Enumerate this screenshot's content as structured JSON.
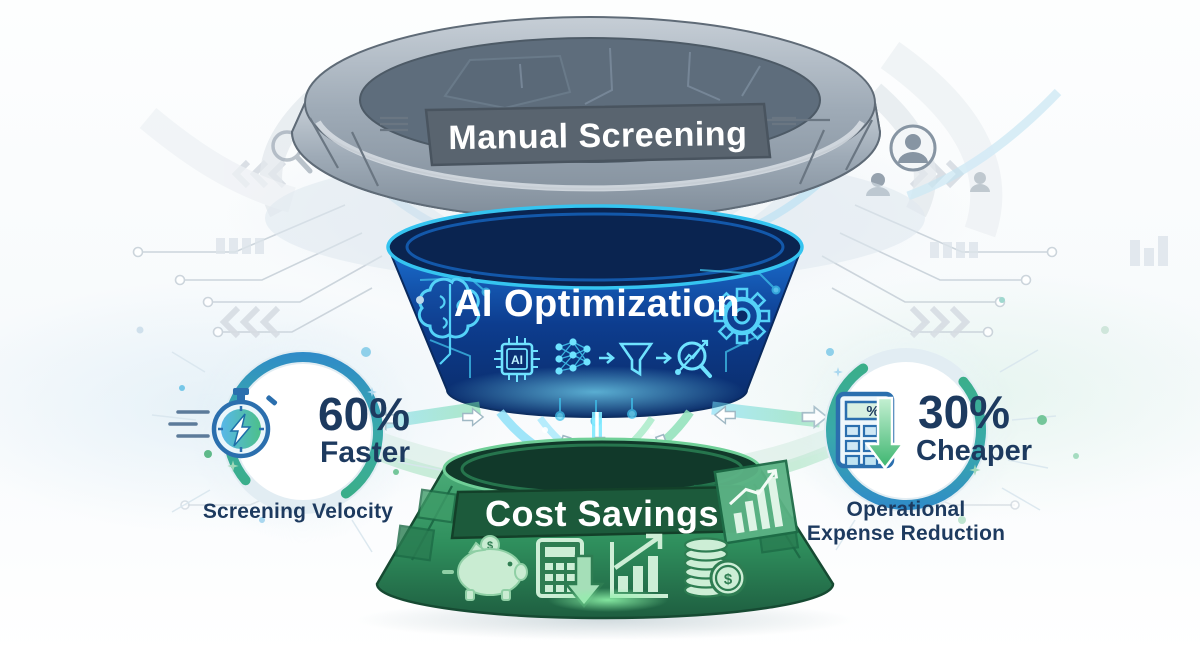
{
  "stages": {
    "top": {
      "label": "Manual Screening"
    },
    "middle": {
      "label": "AI Optimization",
      "chip_label": "AI"
    },
    "bottom": {
      "label": "Cost Savings"
    }
  },
  "badges": {
    "speed": {
      "value": "60%",
      "unit": "Faster",
      "caption": "Screening Velocity"
    },
    "cost": {
      "value": "30%",
      "unit": "Cheaper",
      "caption": "Operational Expense Reduction",
      "display": "%"
    }
  },
  "icons": {
    "coin_symbol": "$",
    "top_transition": [
      "magnifier-icon",
      "resume-document-icon",
      "id-card-icon",
      "person-icon"
    ],
    "middle_band": [
      "brain-icon",
      "ai-chip-icon",
      "neural-network-icon",
      "funnel-icon",
      "magnifier-chart-icon",
      "gear-icon"
    ],
    "bottom_band": [
      "piggy-bank-icon",
      "calculator-down-icon",
      "bar-chart-up-icon",
      "coin-stack-icon",
      "growth-panel-icon"
    ],
    "badge_left": "stopwatch-icon",
    "badge_right": "calculator-percent-icon"
  },
  "colors": {
    "stage_top_fill": "#97a3b0",
    "stage_middle_fill": "#0d3d8f",
    "stage_bottom_fill": "#2f8f5d",
    "accent_cyan": "#54d2f8",
    "accent_green": "#3bb273",
    "accent_blue": "#2b7fd4",
    "text_navy": "#1d3a5f",
    "text_white": "#ffffff"
  }
}
